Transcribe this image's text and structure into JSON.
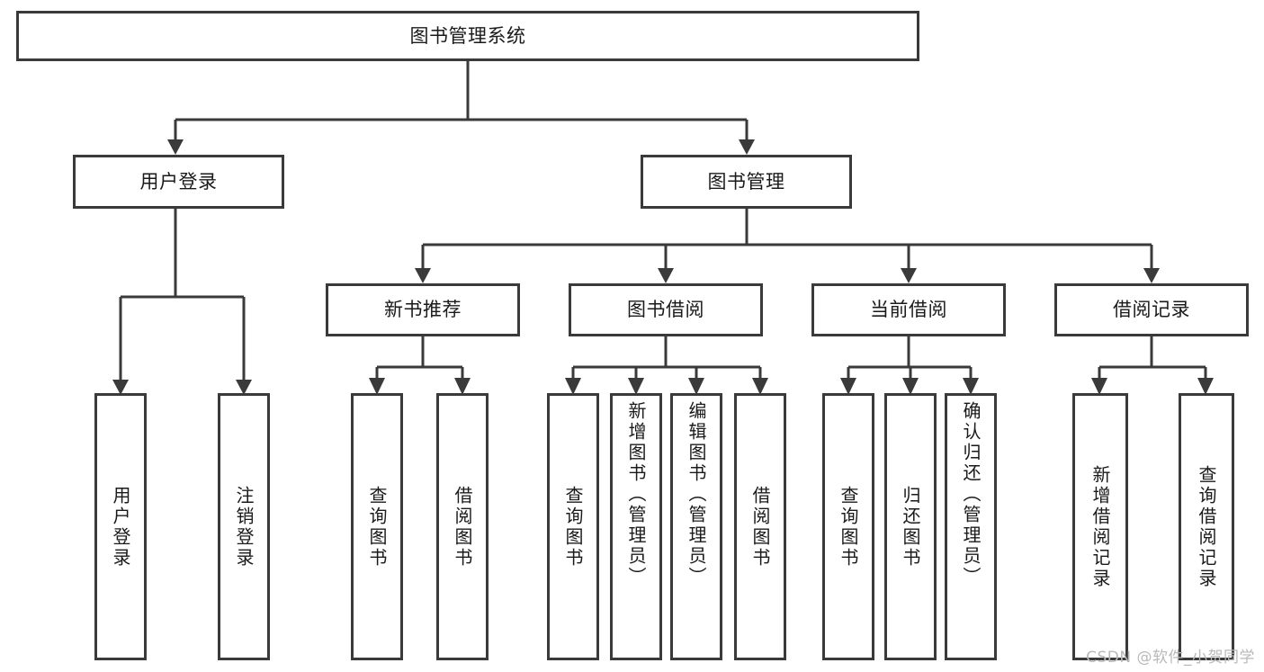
{
  "diagram": {
    "title": "图书管理系统",
    "type": "tree-hierarchy-chart",
    "root": {
      "id": "root",
      "label": "图书管理系统"
    },
    "level2": [
      {
        "id": "user-login",
        "label": "用户登录"
      },
      {
        "id": "book-management",
        "label": "图书管理"
      }
    ],
    "level3": [
      {
        "id": "new-book-recommend",
        "label": "新书推荐",
        "parent": "book-management"
      },
      {
        "id": "book-borrow",
        "label": "图书借阅",
        "parent": "book-management"
      },
      {
        "id": "current-borrow",
        "label": "当前借阅",
        "parent": "book-management"
      },
      {
        "id": "borrow-record",
        "label": "借阅记录",
        "parent": "book-management"
      }
    ],
    "leaves": [
      {
        "id": "leaf-user-login",
        "label": "用户登录",
        "parent": "user-login"
      },
      {
        "id": "leaf-logout-login",
        "label": "注销登录",
        "parent": "user-login"
      },
      {
        "id": "leaf-query-book-1",
        "label": "查询图书",
        "parent": "new-book-recommend"
      },
      {
        "id": "leaf-borrow-book-1",
        "label": "借阅图书",
        "parent": "new-book-recommend"
      },
      {
        "id": "leaf-query-book-2",
        "label": "查询图书",
        "parent": "book-borrow"
      },
      {
        "id": "leaf-add-book",
        "label": "新增图书（管理员）",
        "parent": "book-borrow"
      },
      {
        "id": "leaf-edit-book",
        "label": "编辑图书（管理员）",
        "parent": "book-borrow"
      },
      {
        "id": "leaf-borrow-book-2",
        "label": "借阅图书",
        "parent": "book-borrow"
      },
      {
        "id": "leaf-query-book-3",
        "label": "查询图书",
        "parent": "current-borrow"
      },
      {
        "id": "leaf-return-book",
        "label": "归还图书",
        "parent": "current-borrow"
      },
      {
        "id": "leaf-confirm-return",
        "label": "确认归还（管理员）",
        "parent": "current-borrow"
      },
      {
        "id": "leaf-add-record",
        "label": "新增借阅记录",
        "parent": "borrow-record"
      },
      {
        "id": "leaf-query-record",
        "label": "查询借阅记录",
        "parent": "borrow-record"
      }
    ]
  },
  "watermark": {
    "text": "CSDN @软件_小贺同学"
  },
  "colors": {
    "stroke": "#3a3a3a",
    "background": "#ffffff",
    "text": "#1a1a1a",
    "watermark": "#b9b9b9"
  }
}
